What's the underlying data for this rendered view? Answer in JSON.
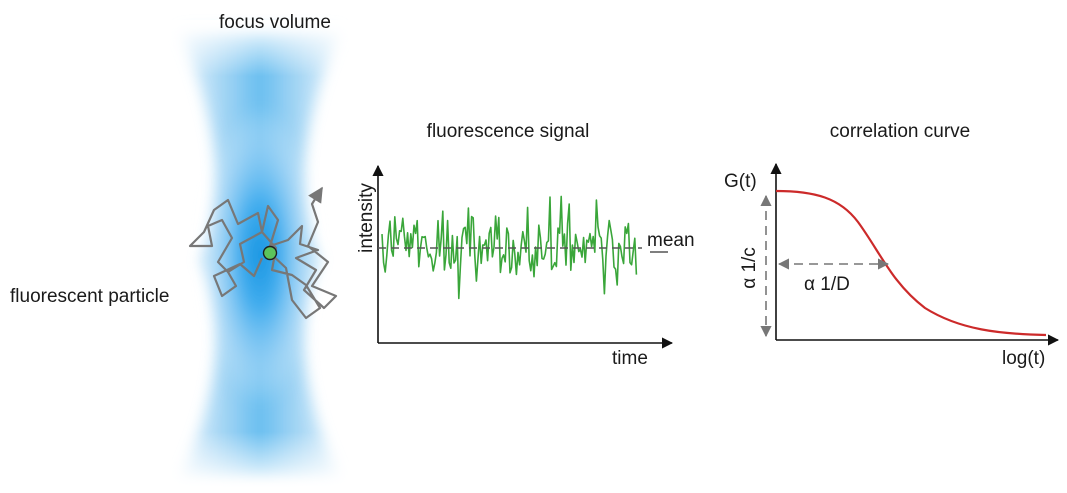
{
  "focus": {
    "title": "focus volume",
    "particle_label": "fluorescent particle",
    "beam_color": "#1a9ee8",
    "particle_color": "#5cc45c",
    "trajectory_color": "#777777"
  },
  "signal": {
    "title": "fluorescence signal",
    "ylabel": "intensity",
    "xlabel": "time",
    "mean_label": "mean",
    "trace_color": "#3aa63a"
  },
  "correlation": {
    "title": "correlation curve",
    "ylabel": "G(t)",
    "xlabel": "log(t)",
    "amplitude_label": "α 1/c",
    "time_label": "α 1/D",
    "curve_color": "#cc2a2a"
  }
}
